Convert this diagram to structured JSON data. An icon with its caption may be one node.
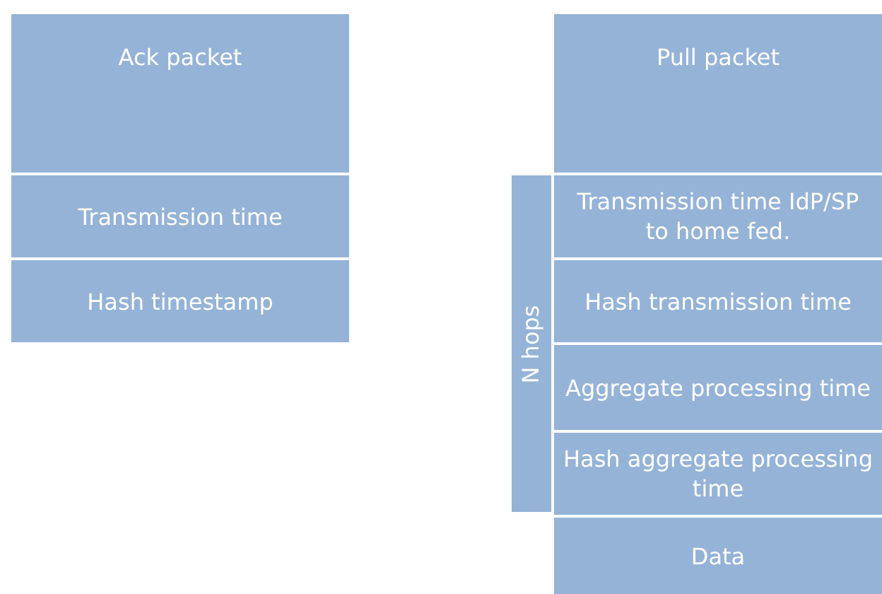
{
  "diagram": {
    "nodes": [
      {
        "text": [
          "Ack packet"
        ]
      },
      {
        "text": [
          "Transmission time"
        ]
      },
      {
        "text": [
          "Hash timestamp"
        ]
      },
      {
        "text": [
          "Pull packet"
        ]
      },
      {
        "text": [
          "N hops"
        ]
      },
      {
        "text": [
          "Transmission time IdP/SP to home fed."
        ]
      },
      {
        "text": [
          "Hash transmission time"
        ]
      },
      {
        "text": [
          "Aggregate processing time"
        ]
      },
      {
        "text": [
          "Hash aggregate processing time"
        ]
      },
      {
        "text": [
          "Data"
        ]
      }
    ]
  }
}
